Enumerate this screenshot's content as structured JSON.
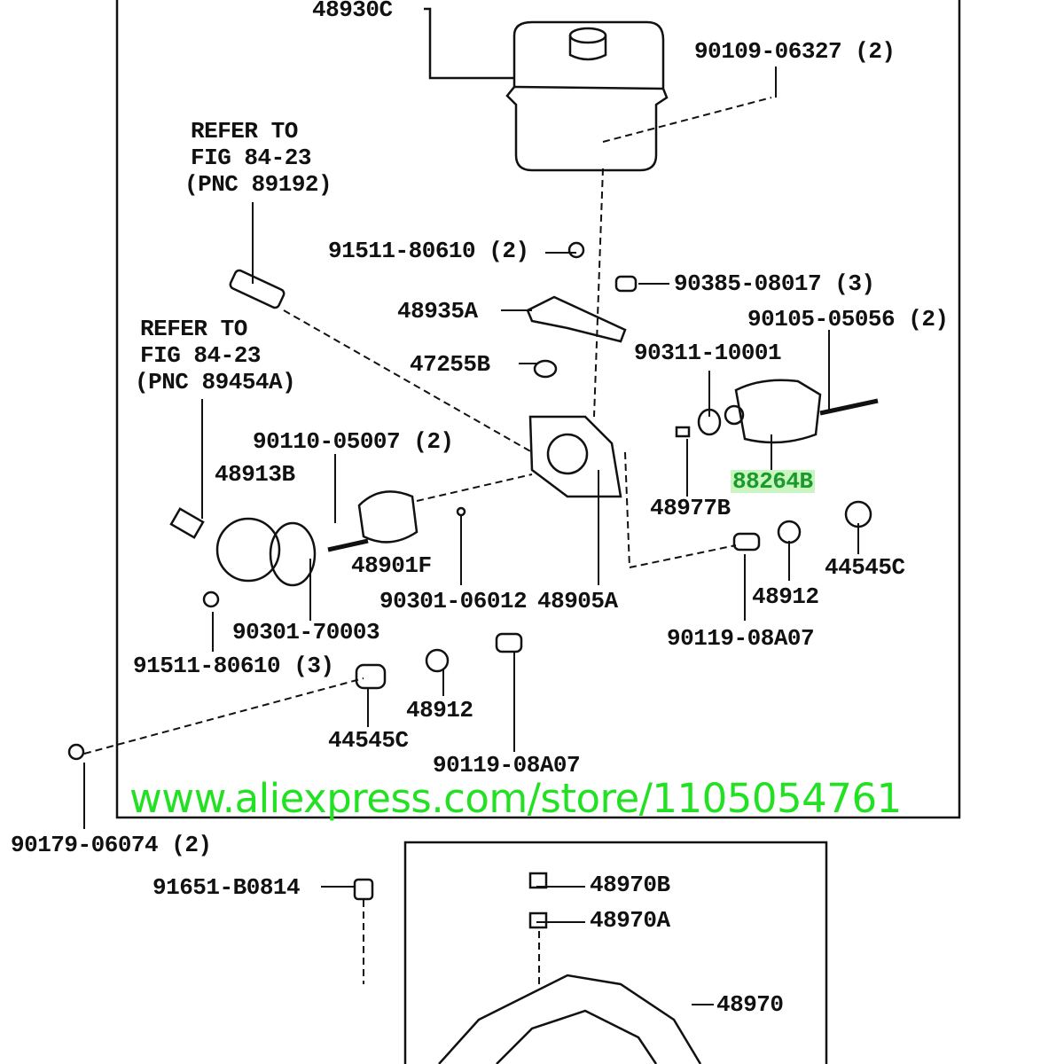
{
  "labels": {
    "reservoir": "48930C",
    "screw_top": "90109-06327 (2)",
    "refer1_a": "REFER TO",
    "refer1_b": "FIG 84-23",
    "refer1_c": "(PNC 89192)",
    "bolt_2": "91511-80610 (2)",
    "grommet": "90385-08017 (3)",
    "bracket": "48935A",
    "bolt_motor": "90105-05056 (2)",
    "refer2_a": "REFER TO",
    "refer2_b": "FIG 84-23",
    "refer2_c": "(PNC 89454A)",
    "cushion": "47255B",
    "oring_motor": "90311-10001",
    "bolt_pump": "90110-05007 (2)",
    "accumulator": "48913B",
    "motor": "88264B",
    "key": "48977B",
    "damper_right": "44545C",
    "pump_body": "48901F",
    "oring_small": "90301-06012",
    "actuator": "48905A",
    "nut_right": "48912",
    "oring_large": "90301-70003",
    "union_right": "90119-08A07",
    "bolt_3": "91511-80610 (3)",
    "nut_left": "48912",
    "damper_left": "44545C",
    "union_left": "90119-08A07",
    "screw_left": "90179-06074 (2)",
    "bolt_lower": "91651-B0814",
    "collar_b": "48970B",
    "collar_a": "48970A",
    "lower_bracket": "48970"
  },
  "watermark": "www.aliexpress.com/store/1105054761",
  "colors": {
    "highlight": "#1a9a2a",
    "watermark": "#22e022"
  }
}
